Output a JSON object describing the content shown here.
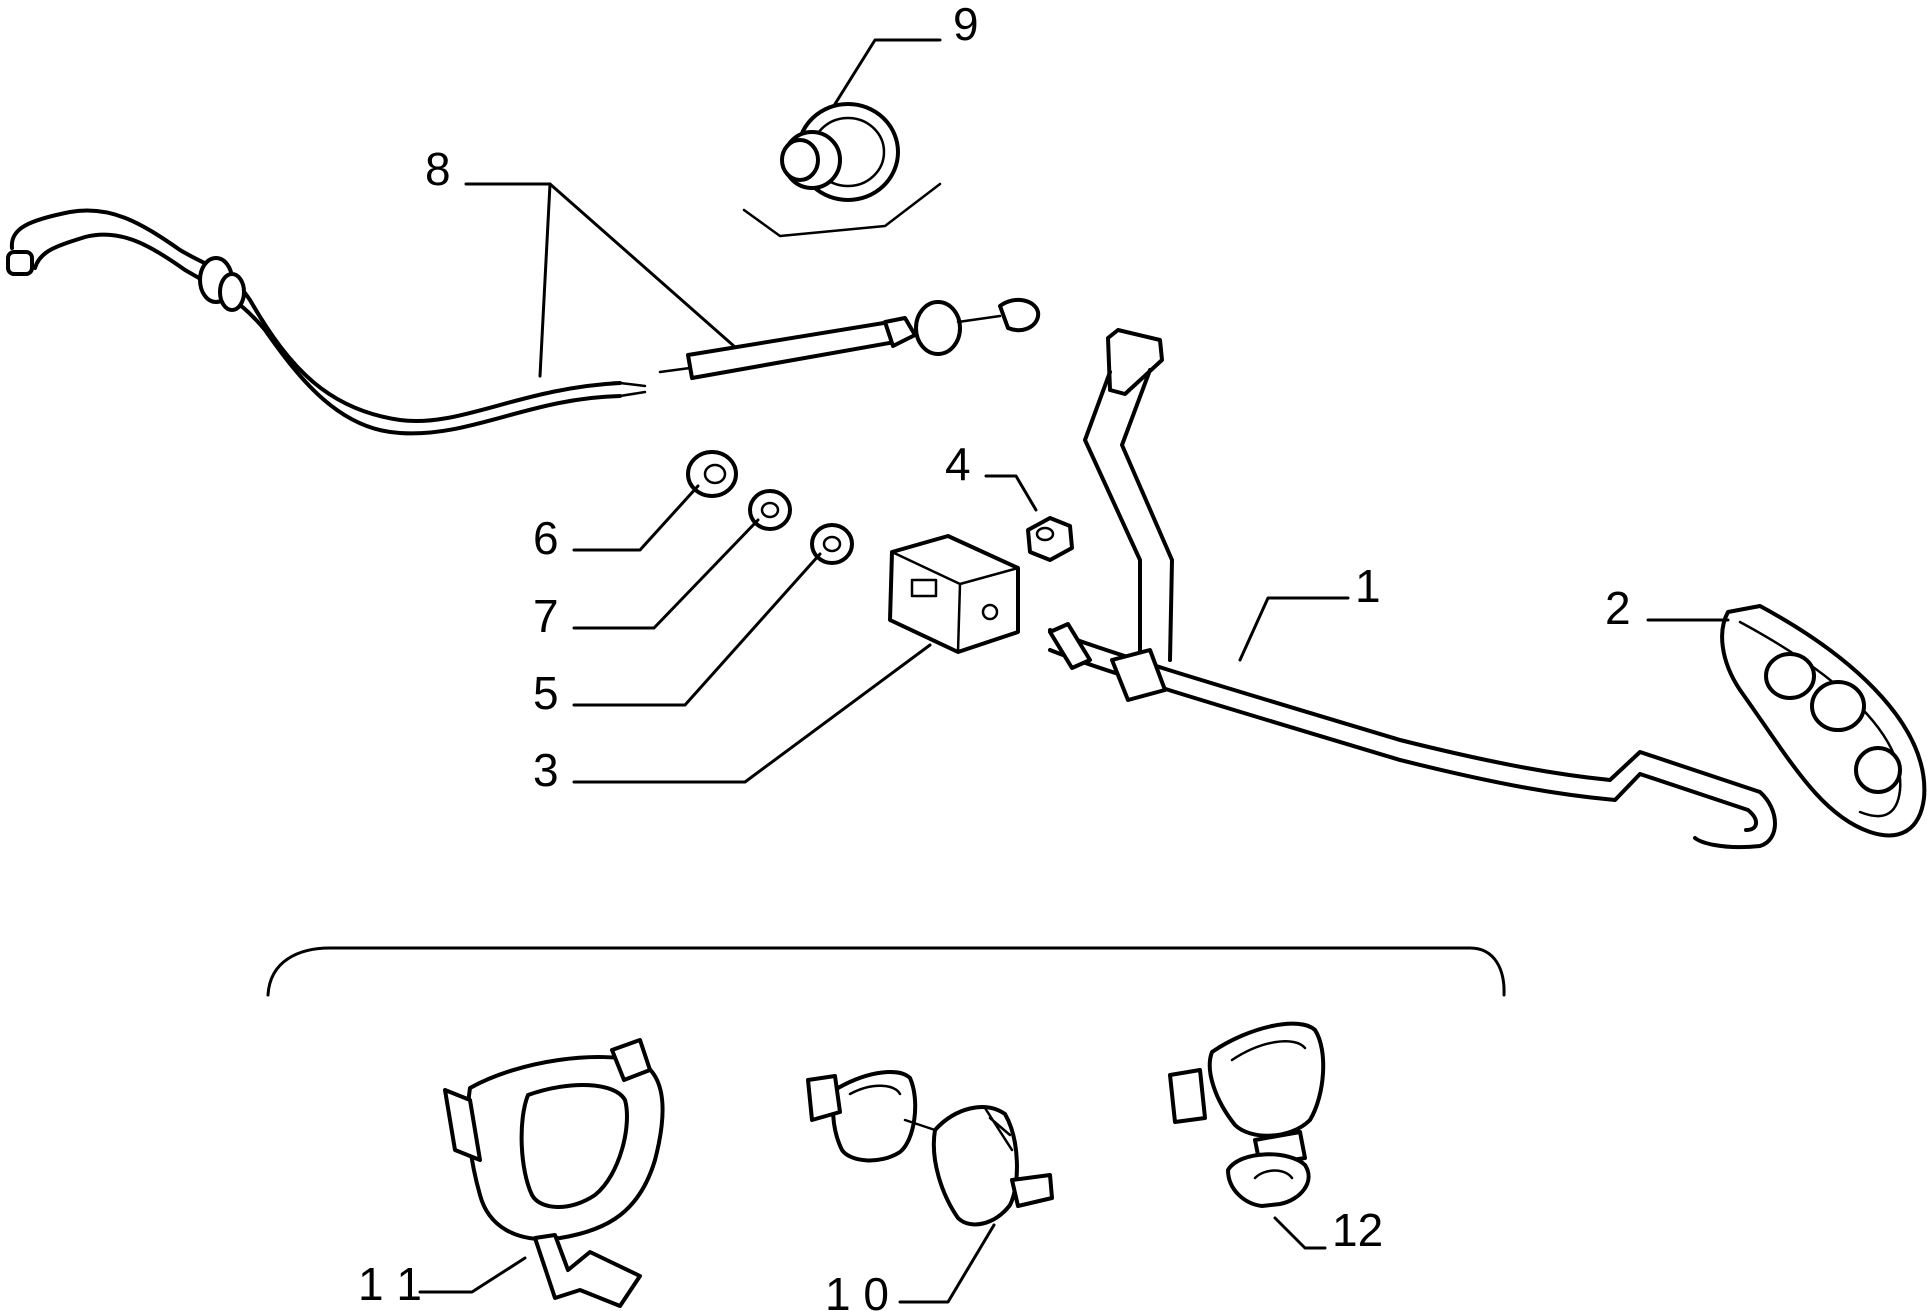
{
  "callouts": {
    "c1": "1",
    "c2": "2",
    "c3": "3",
    "c4": "4",
    "c5": "5",
    "c6": "6",
    "c7": "7",
    "c8": "8",
    "c9": "9",
    "c10": "1 0",
    "c11": "1 1",
    "c12": "12"
  }
}
